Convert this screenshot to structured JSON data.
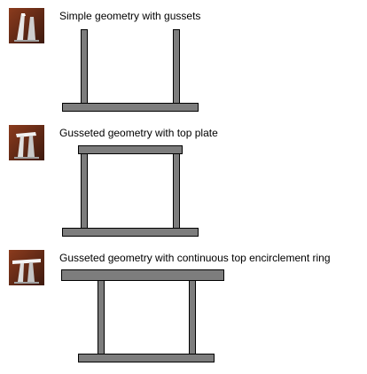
{
  "colors": {
    "bar_fill": "#7d7d7d",
    "bar_outline": "#000000",
    "thumb_dark": "#5a2a1a",
    "thumb_light": "#d9d9d9",
    "background": "#ffffff"
  },
  "options": [
    {
      "title": "Simple geometry with gussets",
      "icon": "gusset-simple-thumbnail-icon"
    },
    {
      "title": "Gusseted geometry with top plate",
      "icon": "gusset-top-plate-thumbnail-icon"
    },
    {
      "title": "Gusseted geometry with continuous top encirclement ring",
      "icon": "gusset-ring-thumbnail-icon"
    }
  ]
}
